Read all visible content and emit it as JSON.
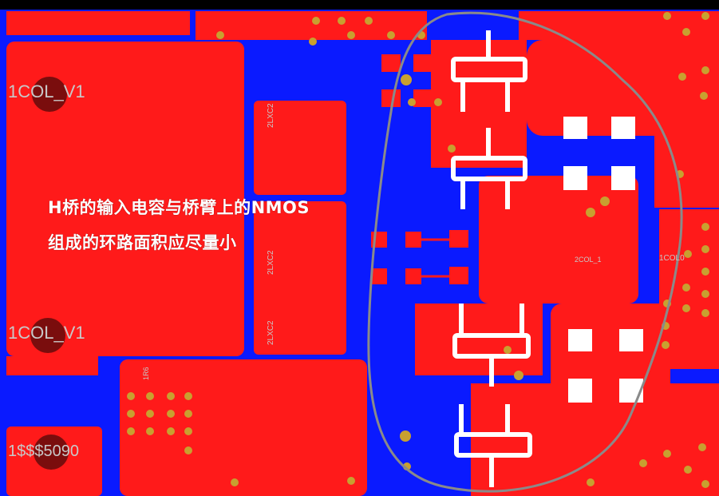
{
  "annotation": {
    "line1": "H桥的输入电容与桥臂上的NMOS",
    "line2": "组成的环路面积应尽量小"
  },
  "silkscreen": {
    "col_v1_top": "1COL_V1",
    "col_v1_bottom": "1COL_V1",
    "ss5090": "1$$$5090",
    "c2_a": "2LXC2",
    "c2_b": "2LXC2",
    "c2_c": "2LXC2",
    "col_mid": "2COL_1",
    "col_right": "1COL0",
    "small_label": "1R6"
  },
  "colors": {
    "copper_top": "#ff1a1a",
    "copper_bottom": "#0a1aff",
    "background": "#000000",
    "pad": "#ffffff",
    "via": "#c8a030",
    "loop_outline": "#8a8a8a",
    "silk_text": "#c8c8c8"
  }
}
